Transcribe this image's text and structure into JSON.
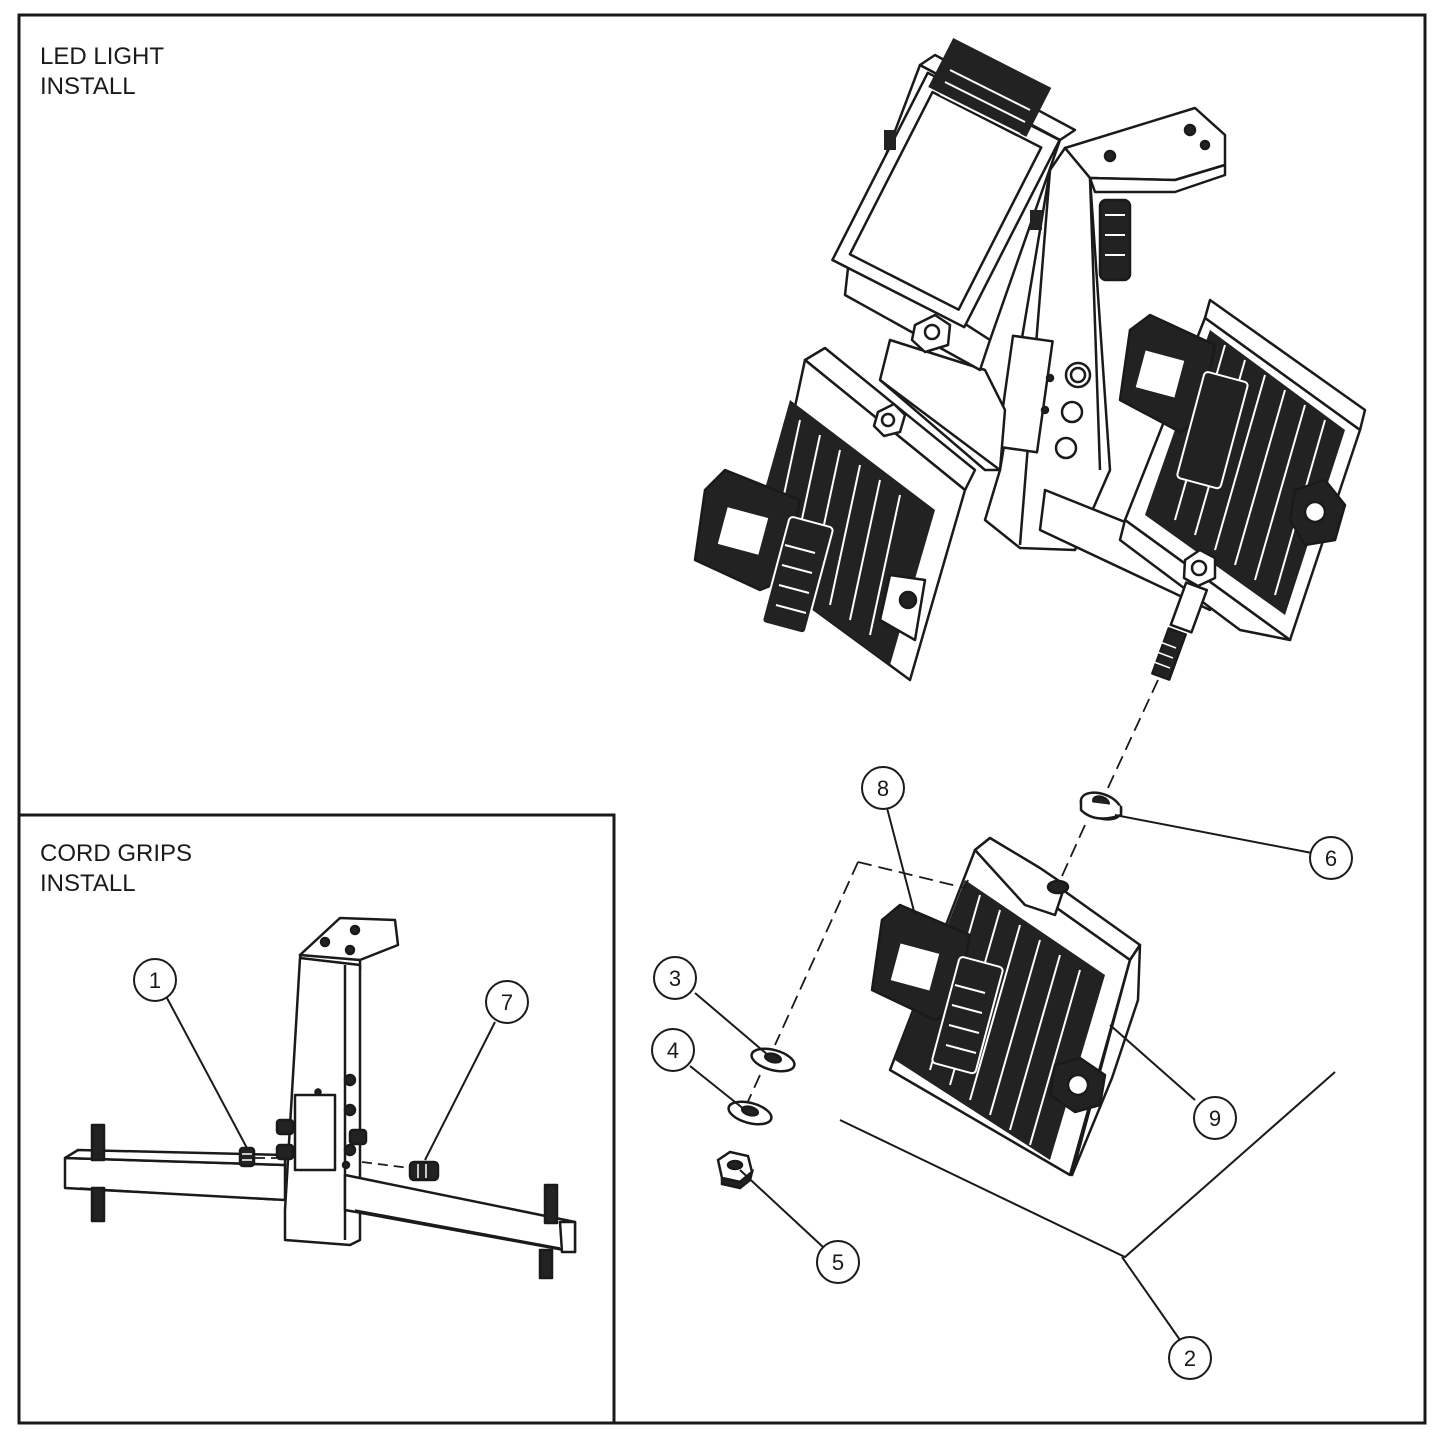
{
  "panels": {
    "led_light": {
      "title_line1": "LED LIGHT",
      "title_line2": "INSTALL"
    },
    "cord_grips": {
      "title_line1": "CORD GRIPS",
      "title_line2": "INSTALL"
    }
  },
  "callouts": [
    {
      "id": "c1",
      "label": "1"
    },
    {
      "id": "c2",
      "label": "2"
    },
    {
      "id": "c3",
      "label": "3"
    },
    {
      "id": "c4",
      "label": "4"
    },
    {
      "id": "c5",
      "label": "5"
    },
    {
      "id": "c6",
      "label": "6"
    },
    {
      "id": "c7",
      "label": "7"
    },
    {
      "id": "c8",
      "label": "8"
    },
    {
      "id": "c9",
      "label": "9"
    }
  ],
  "colors": {
    "line": "#1a1a1a",
    "fill_dark": "#222222",
    "fill_light": "#ffffff"
  }
}
